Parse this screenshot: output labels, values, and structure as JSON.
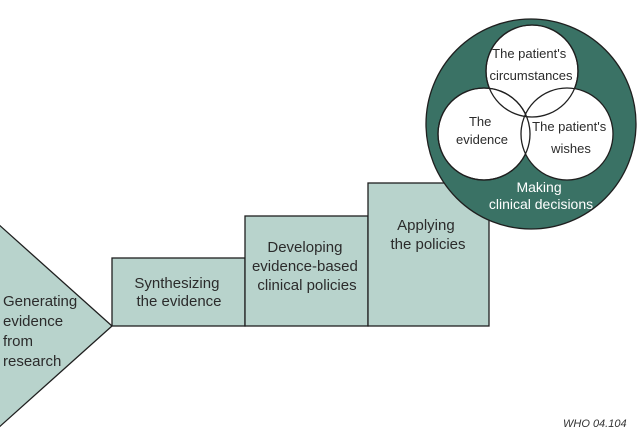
{
  "colors": {
    "box_fill": "#b8d3cc",
    "outer_circle": "#3a7265",
    "venn_fill": "#ffffff",
    "stroke": "#1f1f1f"
  },
  "steps": {
    "generating": [
      "Generating",
      "evidence",
      "from",
      "research"
    ],
    "synthesizing": [
      "Synthesizing",
      "the evidence"
    ],
    "developing": [
      "Developing",
      "evidence-based",
      "clinical policies"
    ],
    "applying": [
      "Applying",
      "the policies"
    ]
  },
  "decision": {
    "circumstances": [
      "The patient's",
      "circumstances"
    ],
    "evidence": [
      "The",
      "evidence"
    ],
    "wishes": [
      "The patient's",
      "wishes"
    ],
    "caption": [
      "Making",
      "clinical decisions"
    ]
  },
  "credit": "WHO 04.104"
}
